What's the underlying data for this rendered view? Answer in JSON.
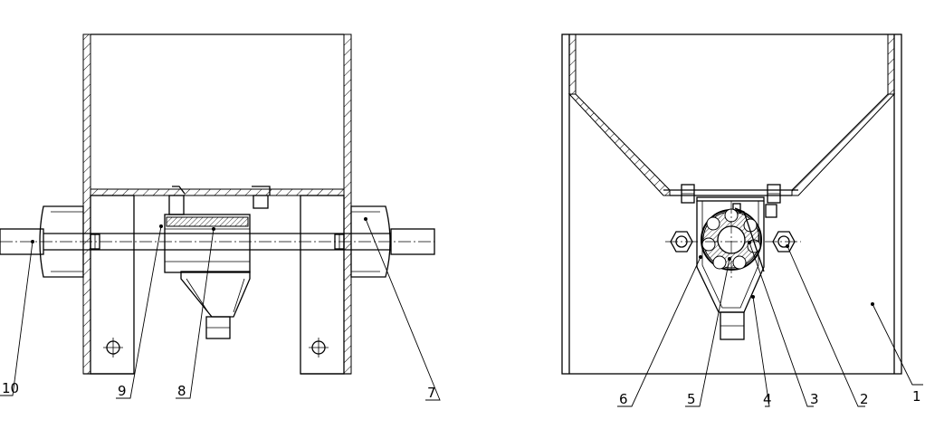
{
  "callouts": {
    "left_view": [
      "10",
      "9",
      "8",
      "7"
    ],
    "right_view": [
      "6",
      "5",
      "4",
      "3",
      "2",
      "1"
    ]
  }
}
